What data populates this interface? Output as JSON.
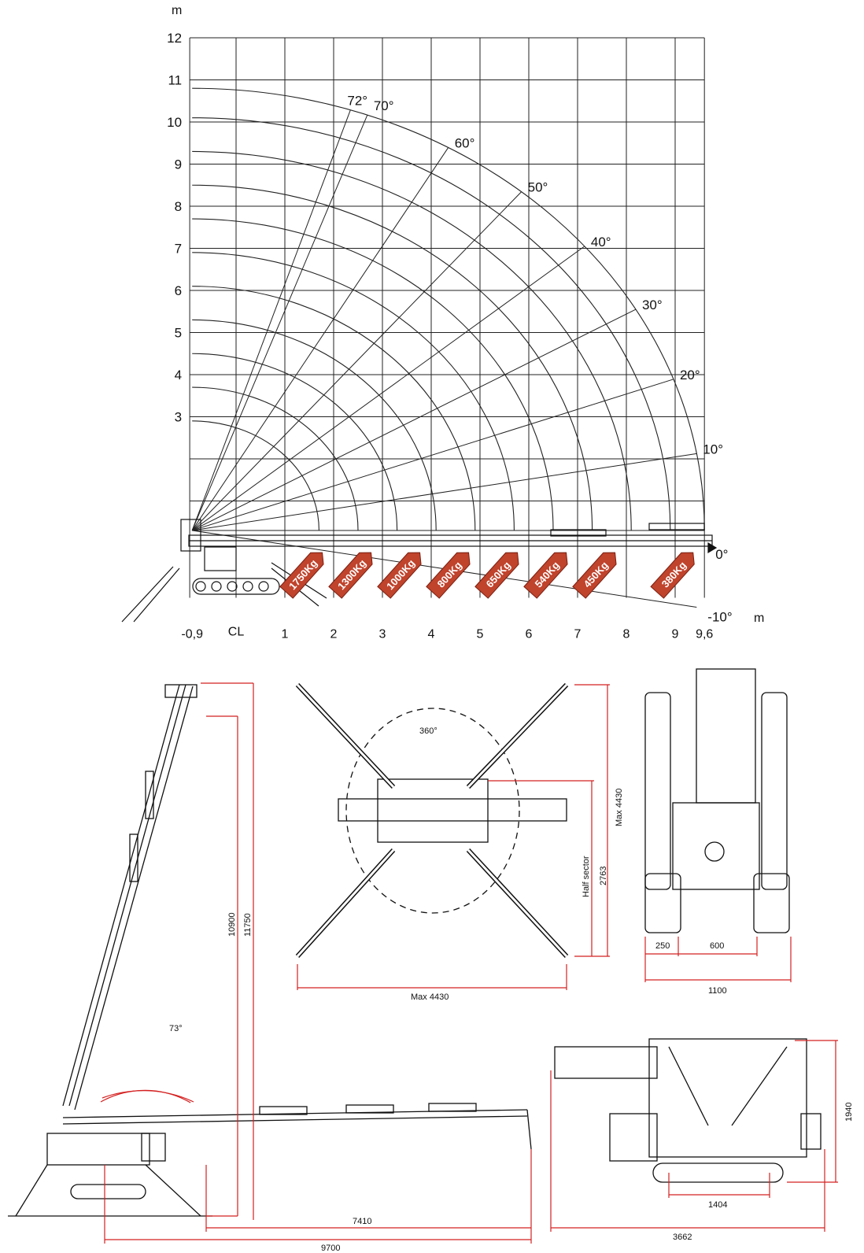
{
  "chart": {
    "y_unit": "m",
    "x_unit": "m",
    "y_ticks": [
      "3",
      "4",
      "5",
      "6",
      "7",
      "8",
      "9",
      "10",
      "11",
      "12"
    ],
    "x_ticks": [
      "-0,9",
      "1",
      "2",
      "3",
      "4",
      "5",
      "6",
      "7",
      "8",
      "9",
      "9,6"
    ],
    "centerline_mark": "CL",
    "angle_labels": [
      "72°",
      "70°",
      "60°",
      "50°",
      "40°",
      "30°",
      "20°",
      "10°",
      "0°",
      "-10°"
    ],
    "load_tags": [
      "1750Kg",
      "1300Kg",
      "1000Kg",
      "800Kg",
      "650Kg",
      "540Kg",
      "450Kg",
      "380Kg"
    ],
    "colors": {
      "grid": "#222222",
      "tag_fill": "#c0432c",
      "tag_stroke": "#7a1f10"
    }
  },
  "side_view": {
    "angle": "73°",
    "dim_height_1": "10900",
    "dim_height_2": "11750",
    "dim_reach_1": "7410",
    "dim_reach_2": "9700",
    "dim_color": "#d42020"
  },
  "top_view": {
    "rotation": "360°",
    "half_sector_label": "Half sector",
    "half_sector_value": "2763",
    "max_vertical": "Max 4430",
    "max_horizontal": "Max 4430"
  },
  "front_view": {
    "dim_a": "250",
    "dim_b": "600",
    "dim_total": "1100"
  },
  "transport_view": {
    "height": "1940",
    "track": "1404",
    "length": "3662"
  }
}
